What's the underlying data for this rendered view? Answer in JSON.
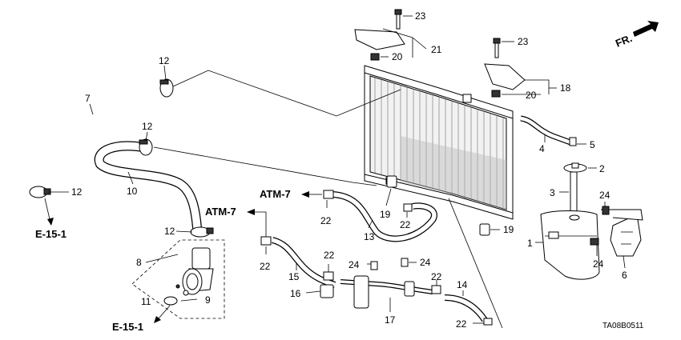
{
  "diagram": {
    "part_labels": {
      "p1": "1",
      "p2": "2",
      "p3": "3",
      "p4": "4",
      "p5": "5",
      "p6": "6",
      "p7": "7",
      "p8": "8",
      "p9": "9",
      "p10": "10",
      "p11": "11",
      "p12a": "12",
      "p12b": "12",
      "p12c": "12",
      "p12d": "12",
      "p13": "13",
      "p14": "14",
      "p15": "15",
      "p16": "16",
      "p17": "17",
      "p18": "18",
      "p19a": "19",
      "p19b": "19",
      "p20a": "20",
      "p20b": "20",
      "p21": "21",
      "p22a": "22",
      "p22b": "22",
      "p22c": "22",
      "p22d": "22",
      "p22e": "22",
      "p22f": "22",
      "p23a": "23",
      "p23b": "23",
      "p24a": "24",
      "p24b": "24",
      "p24c": "24",
      "p24d": "24"
    },
    "references": {
      "atm7_upper": "ATM-7",
      "atm7_lower": "ATM-7",
      "e151_upper": "E-15-1",
      "e151_lower": "E-15-1"
    },
    "direction_label": "FR.",
    "diagram_code": "TA08B0511"
  }
}
